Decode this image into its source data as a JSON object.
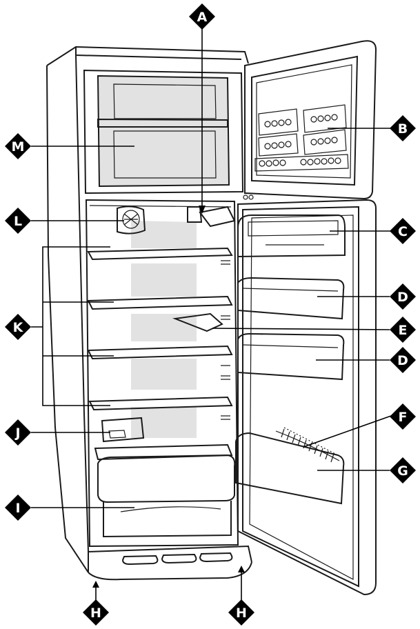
{
  "callouts": {
    "a": "A",
    "b": "B",
    "c": "C",
    "d1": "D",
    "d2": "D",
    "e": "E",
    "f": "F",
    "g": "G",
    "h1": "H",
    "h2": "H",
    "i": "I",
    "j": "J",
    "k": "K",
    "l": "L",
    "m": "M"
  }
}
